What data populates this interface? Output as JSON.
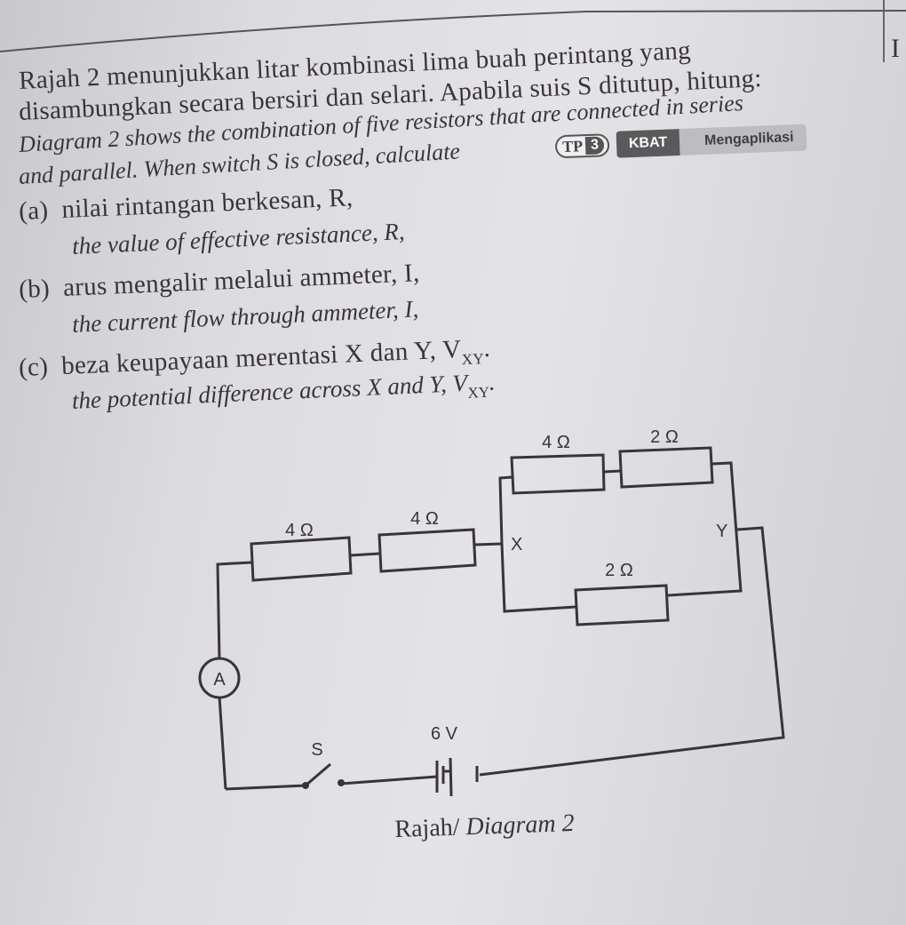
{
  "page": {
    "intro_malay": [
      "Rajah 2 menunjukkan litar kombinasi lima buah perintang yang",
      "disambungkan secara bersiri dan selari. Apabila suis S ditutup, hitung:"
    ],
    "intro_english": [
      "Diagram 2 shows the combination of five resistors that are connected in series",
      "and parallel. When switch S is closed, calculate"
    ],
    "edge_mark": "I",
    "badges": {
      "tp_label": "TP",
      "tp_level": "3",
      "kbat_label": "KBAT",
      "skill_level": "Mengaplikasi"
    },
    "questions": [
      {
        "label": "(a)",
        "malay": "nilai rintangan berkesan, R,",
        "english": "the value of effective resistance, R,"
      },
      {
        "label": "(b)",
        "malay": "arus mengalir melalui ammeter, I,",
        "english": "the current flow through ammeter, I,"
      },
      {
        "label": "(c)",
        "malay": "beza keupayaan merentasi X dan Y, V",
        "malay_sub": "XY",
        "malay_end": ".",
        "english": "the potential difference across X and Y, V",
        "english_sub": "XY",
        "english_end": "."
      }
    ],
    "diagram": {
      "resistors": [
        {
          "id": "R1",
          "label": "4 Ω",
          "position": "series-left"
        },
        {
          "id": "R2",
          "label": "4 Ω",
          "position": "series-right"
        },
        {
          "id": "R3",
          "label": "4 Ω",
          "position": "parallel-top-left"
        },
        {
          "id": "R4",
          "label": "2 Ω",
          "position": "parallel-top-right"
        },
        {
          "id": "R5",
          "label": "2 Ω",
          "position": "parallel-bottom"
        }
      ],
      "node_x": "X",
      "node_y": "Y",
      "ammeter": "A",
      "switch": "S",
      "battery": "6 V"
    },
    "caption_malay": "Rajah/",
    "caption_english": "Diagram 2"
  }
}
